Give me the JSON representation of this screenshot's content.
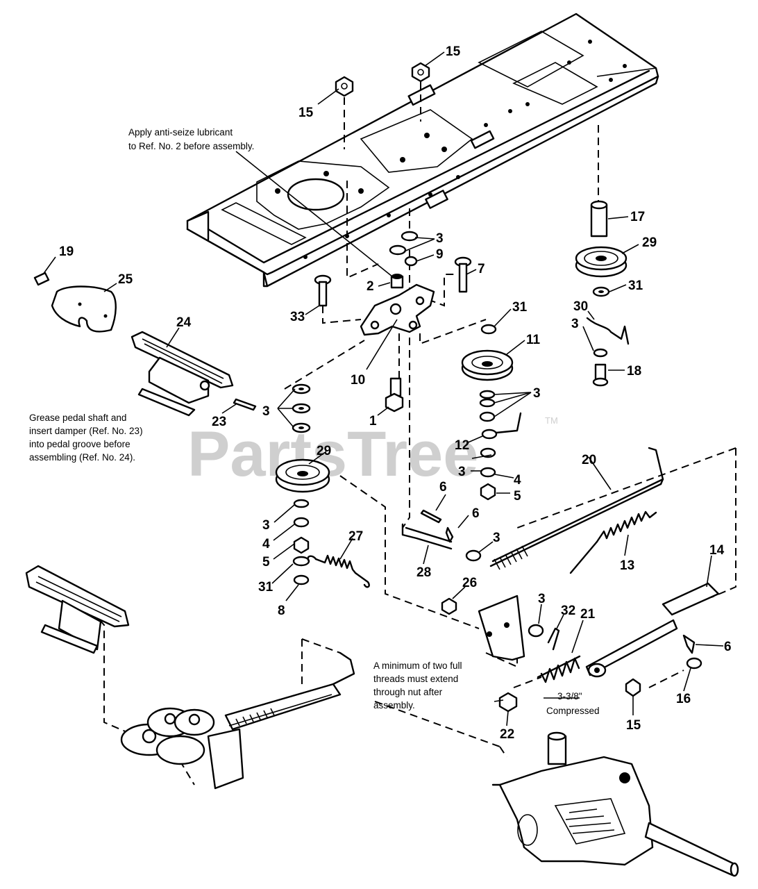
{
  "watermark": {
    "text": "PartsTree",
    "tm": "TM"
  },
  "notes": {
    "anti_seize_line1": "Apply anti-seize lubricant",
    "anti_seize_line2": "to Ref. No. 2 before assembly.",
    "grease_line1": "Grease pedal shaft and",
    "grease_line2": "insert damper (Ref. No. 23)",
    "grease_line3": "into pedal groove before",
    "grease_line4": "assembling (Ref. No. 24).",
    "threads_line1": "A minimum of two full",
    "threads_line2": "threads must extend",
    "threads_line3": "through nut after",
    "threads_line4": "assembly.",
    "spring_dim": "3-3/8\"",
    "spring_state": "Compressed"
  },
  "callouts": {
    "c15a": "15",
    "c15b": "15",
    "c15c": "15",
    "c17": "17",
    "c29a": "29",
    "c29b": "29",
    "c3a": "3",
    "c3b": "3",
    "c3c": "3",
    "c3d": "3",
    "c3e": "3",
    "c3f": "3",
    "c3g": "3",
    "c3h": "3",
    "c9": "9",
    "c7": "7",
    "c2": "2",
    "c33": "33",
    "c10": "10",
    "c19": "19",
    "c25": "25",
    "c24": "24",
    "c23": "23",
    "c31a": "31",
    "c31b": "31",
    "c31c": "31",
    "c30": "30",
    "c18": "18",
    "c11": "11",
    "c1": "1",
    "c12": "12",
    "c4a": "4",
    "c4b": "4",
    "c5a": "5",
    "c5b": "5",
    "c6a": "6",
    "c6b": "6",
    "c6c": "6",
    "c20": "20",
    "c13": "13",
    "c27": "27",
    "c28": "28",
    "c8": "8",
    "c26": "26",
    "c14": "14",
    "c32": "32",
    "c21": "21",
    "c16": "16",
    "c22": "22"
  }
}
